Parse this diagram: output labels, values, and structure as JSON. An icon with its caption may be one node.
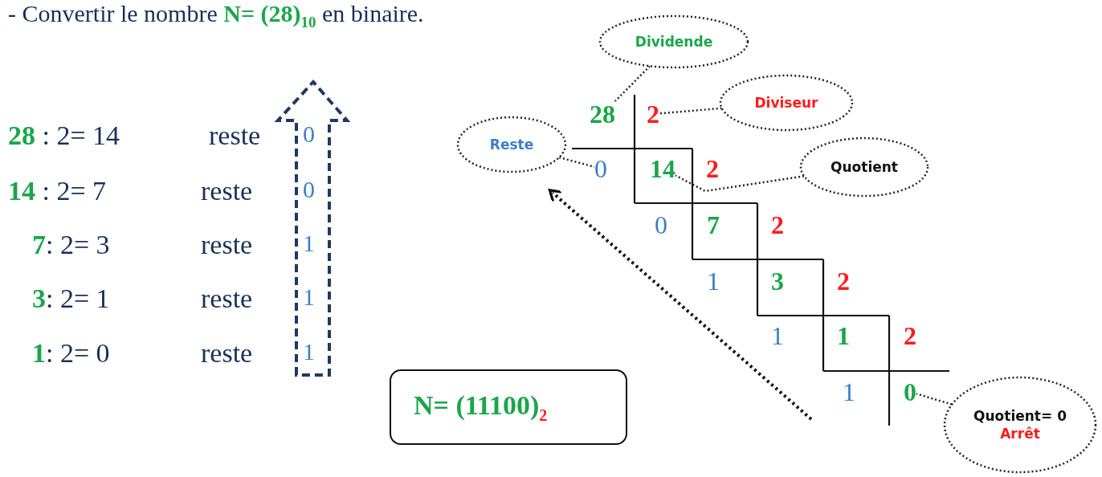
{
  "diagram": {
    "title": "- Convertir le nombre **N= (28)**$_{10}$ en binaire.",
    "nodes": [
      {
        "text": [
          "Dividende"
        ]
      },
      {
        "text": [
          "Diviseur"
        ]
      },
      {
        "text": [
          "Reste"
        ]
      },
      {
        "text": [
          "Quotient"
        ]
      },
      {
        "text": [
          "Quotient= 0",
          "Arrêt"
        ]
      },
      {
        "text": [
          "28"
        ]
      },
      {
        "text": [
          "2"
        ]
      },
      {
        "text": [
          "0"
        ]
      },
      {
        "text": [
          "14"
        ]
      },
      {
        "text": [
          "0"
        ]
      },
      {
        "text": [
          "N= (11100)$_{2}$"
        ]
      }
    ],
    "edges": [
      {
        "from": 0,
        "to": 5,
        "arrow": "none"
      },
      {
        "from": 1,
        "to": 6,
        "arrow": "none"
      },
      {
        "from": 2,
        "to": 7,
        "arrow": "none"
      },
      {
        "from": 3,
        "to": 8,
        "arrow": "none"
      },
      {
        "from": 4,
        "to": 9,
        "arrow": "none"
      }
    ],
    "labels": [
      "**28** : 2= 14",
      "reste",
      "0",
      "**14** : 2= 7",
      "reste",
      "0",
      "**7**: 2= 3",
      "reste",
      "1",
      "**3**: 2= 1",
      "reste",
      "1",
      "**1**: 2= 0",
      "reste",
      "1",
      "2",
      "0",
      "7",
      "2",
      "1",
      "3",
      "2",
      "1",
      "1",
      "2",
      "1"
    ]
  }
}
